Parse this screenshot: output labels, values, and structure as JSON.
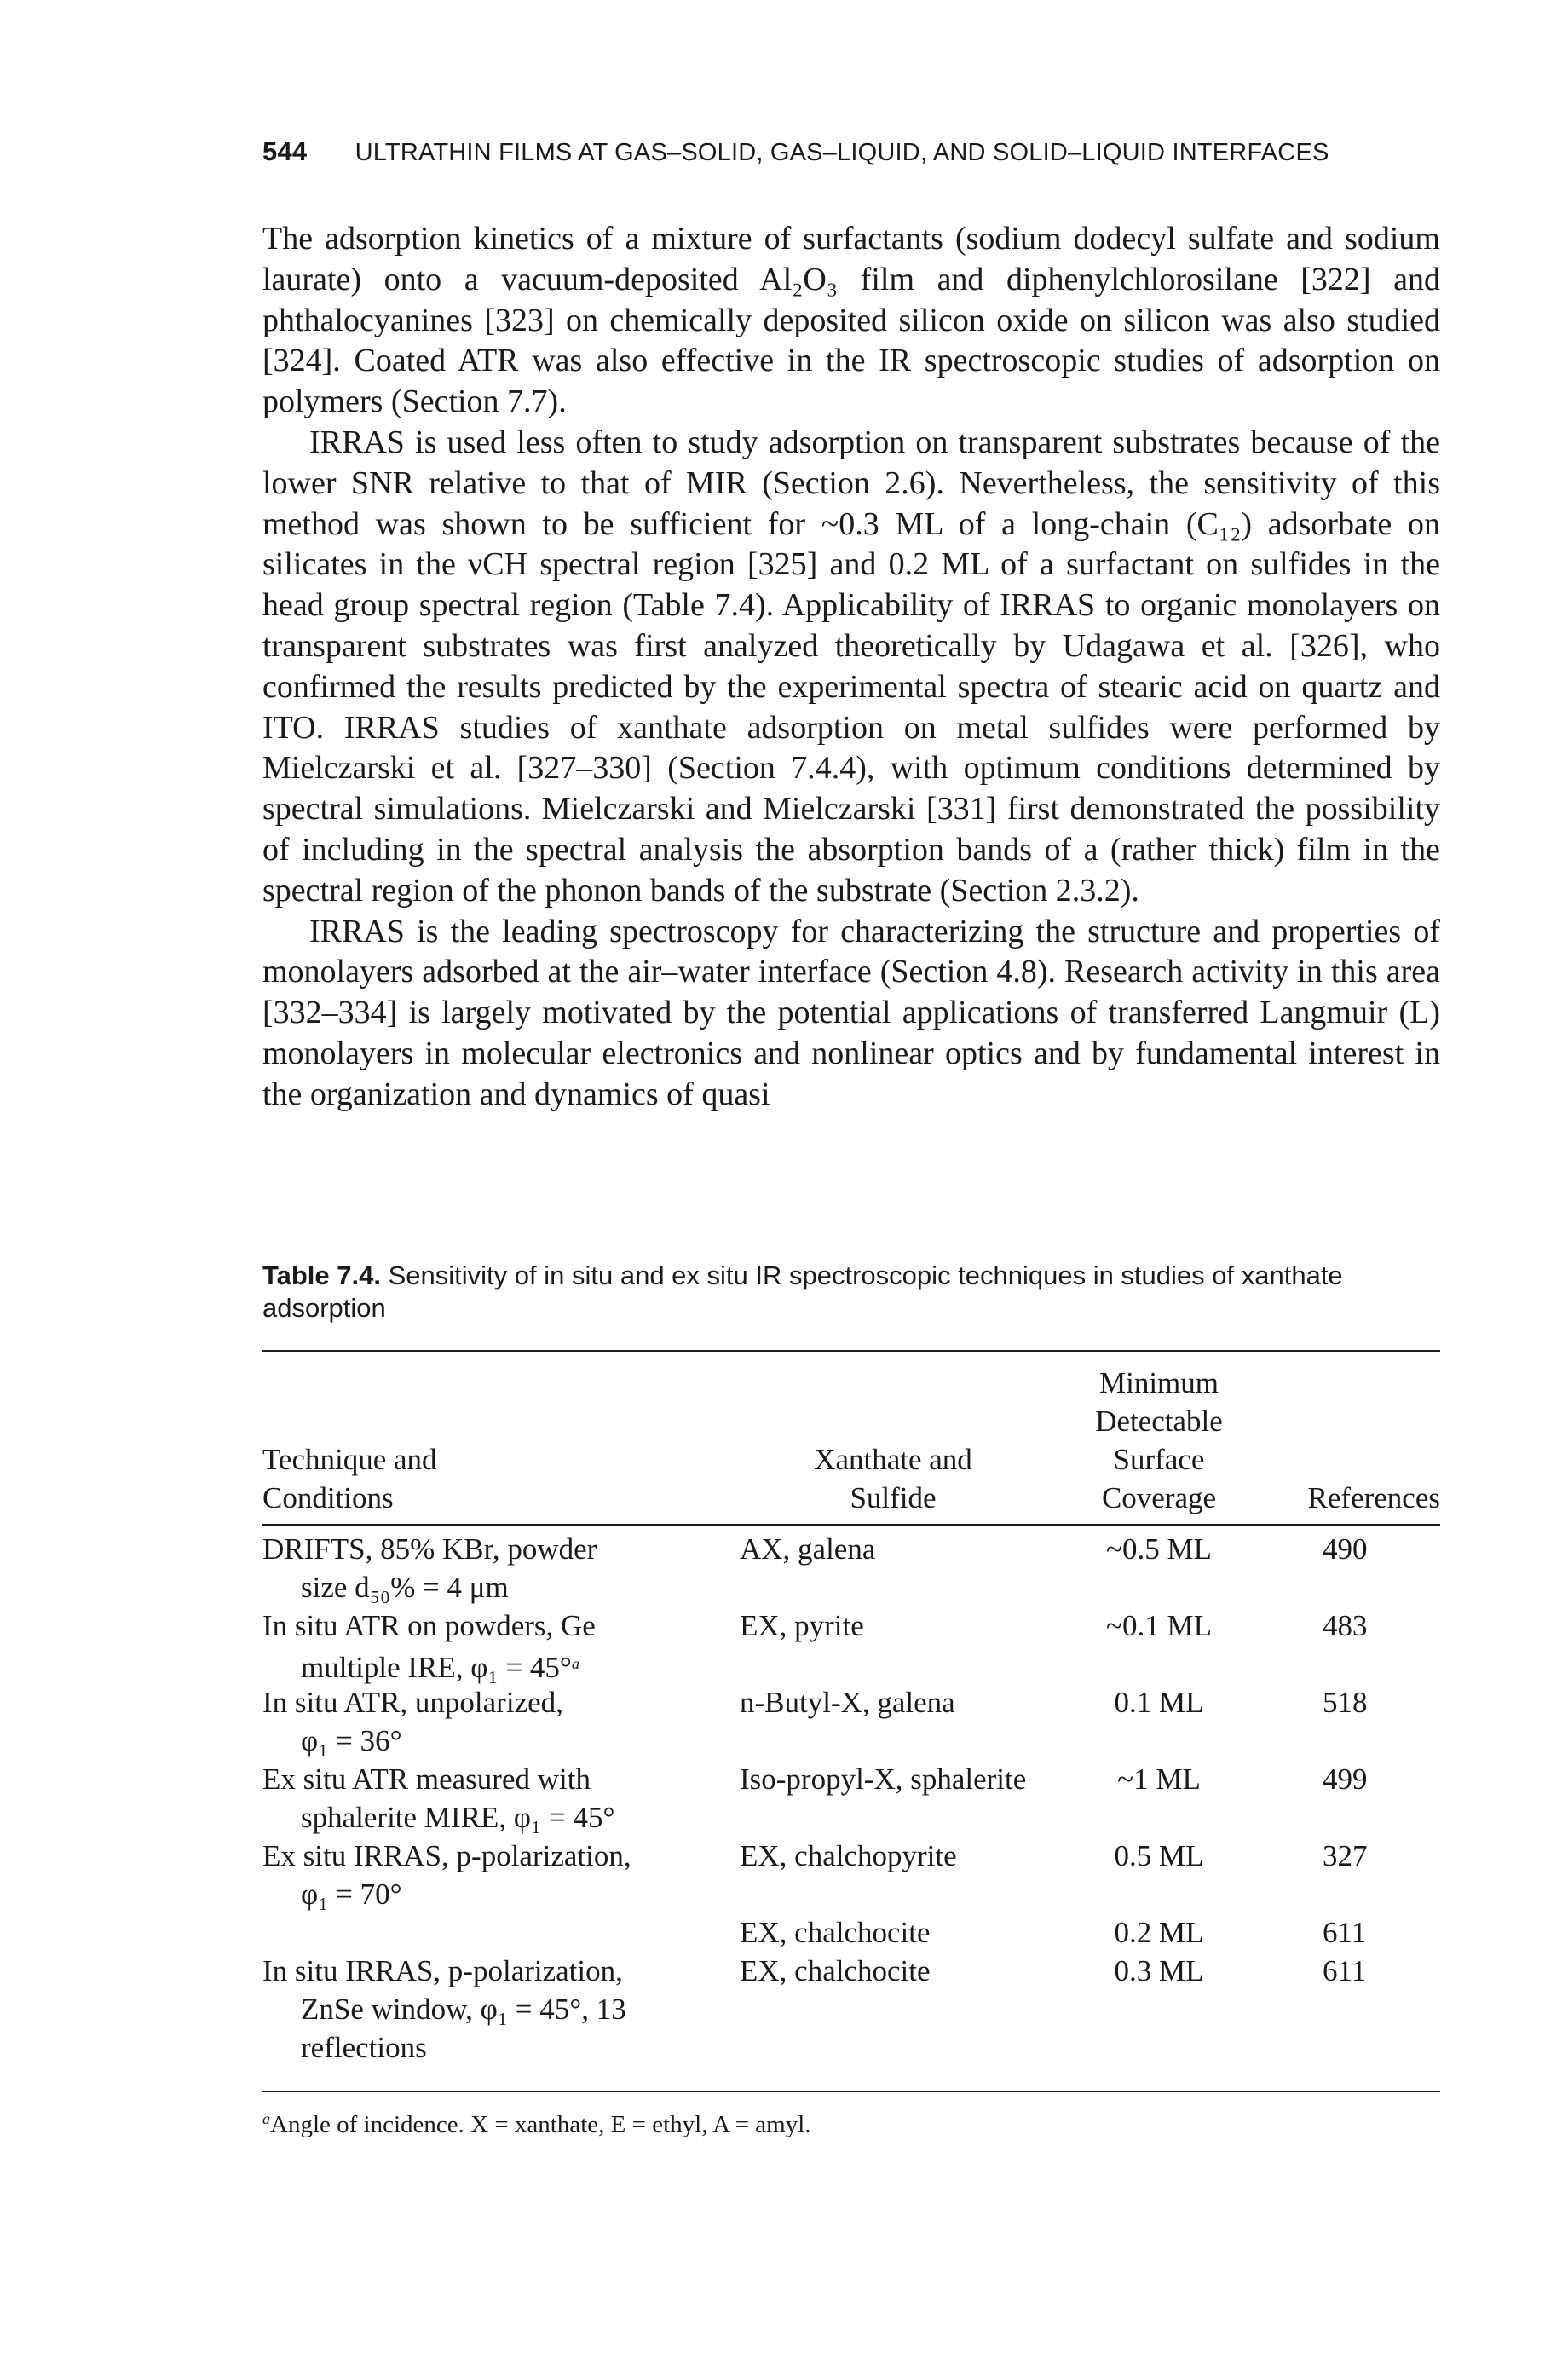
{
  "header": {
    "page_number": "544",
    "running_title": "ULTRATHIN FILMS AT GAS–SOLID, GAS–LIQUID, AND SOLID–LIQUID INTERFACES"
  },
  "paragraphs": [
    "The adsorption kinetics of a mixture of surfactants (sodium dodecyl sulfate and sodium laurate) onto a vacuum-deposited Al₂O₃ film and diphenylchlorosilane [322] and phthalocyanines [323] on chemically deposited silicon oxide on silicon was also studied [324]. Coated ATR was also effective in the IR spectroscopic studies of adsorption on polymers (Section 7.7).",
    "IRRAS is used less often to study adsorption on transparent substrates because of the lower SNR relative to that of MIR (Section 2.6). Nevertheless, the sensitivity of this method was shown to be sufficient for ~0.3 ML of a long-chain (C₁₂) adsorbate on silicates in the νCH spectral region [325] and 0.2 ML of a surfactant on sulfides in the head group spectral region (Table 7.4). Applicability of IRRAS to organic monolayers on transparent substrates was first analyzed theoretically by Udagawa et al. [326], who confirmed the results predicted by the experimental spectra of stearic acid on quartz and ITO. IRRAS studies of xanthate adsorption on metal sulfides were performed by Mielczarski et al. [327–330] (Section 7.4.4), with optimum conditions determined by spectral simulations. Mielczarski and Mielczarski [331] first demonstrated the possibility of including in the spectral analysis the absorption bands of a (rather thick) film in the spectral region of the phonon bands of the substrate (Section 2.3.2).",
    "IRRAS is the leading spectroscopy for characterizing the structure and properties of monolayers adsorbed at the air–water interface (Section 4.8). Research activity in this area [332–334] is largely motivated by the potential applications of transferred Langmuir (L) monolayers in molecular electronics and nonlinear optics and by fundamental interest in the organization and dynamics of quasi"
  ],
  "table": {
    "caption_label": "Table 7.4.",
    "caption_text": "Sensitivity of in situ and ex situ IR spectroscopic techniques in studies of xanthate adsorption",
    "headers": {
      "technique": [
        "Technique and",
        "Conditions"
      ],
      "xanthate": [
        "Xanthate and",
        "Sulfide"
      ],
      "coverage": [
        "Minimum",
        "Detectable",
        "Surface",
        "Coverage"
      ],
      "references": [
        "References"
      ]
    },
    "rows": [
      {
        "technique": [
          "DRIFTS, 85% KBr, powder",
          "size d₅₀% = 4 μm"
        ],
        "xanthate": "AX, galena",
        "coverage": "~0.5 ML",
        "ref": "490"
      },
      {
        "technique": [
          "In situ ATR on powders, Ge",
          "multiple IRE, φ₁ = 45°"
        ],
        "fn": "a",
        "xanthate": "EX, pyrite",
        "coverage": "~0.1 ML",
        "ref": "483"
      },
      {
        "technique": [
          "In situ ATR, unpolarized,",
          "φ₁ = 36°"
        ],
        "xanthate": "n-Butyl-X, galena",
        "coverage": "0.1 ML",
        "ref": "518"
      },
      {
        "technique": [
          "Ex situ ATR measured with",
          "sphalerite MIRE, φ₁ = 45°"
        ],
        "xanthate": "Iso-propyl-X, sphalerite",
        "coverage": "~1 ML",
        "ref": "499"
      },
      {
        "technique": [
          "Ex situ IRRAS, p-polarization,",
          "φ₁ = 70°"
        ],
        "xanthate": "EX, chalchopyrite",
        "coverage": "0.5 ML",
        "ref": "327"
      },
      {
        "technique": [
          "",
          ""
        ],
        "xanthate": "EX, chalchocite",
        "coverage": "0.2 ML",
        "ref": "611"
      },
      {
        "technique": [
          "In situ IRRAS, p-polarization,",
          "ZnSe window, φ₁ = 45°, 13",
          "reflections"
        ],
        "xanthate": "EX, chalchocite",
        "coverage": "0.3 ML",
        "ref": "611"
      }
    ],
    "footnote_marker": "a",
    "footnote": "Angle of incidence. X = xanthate, E = ethyl, A = amyl."
  }
}
